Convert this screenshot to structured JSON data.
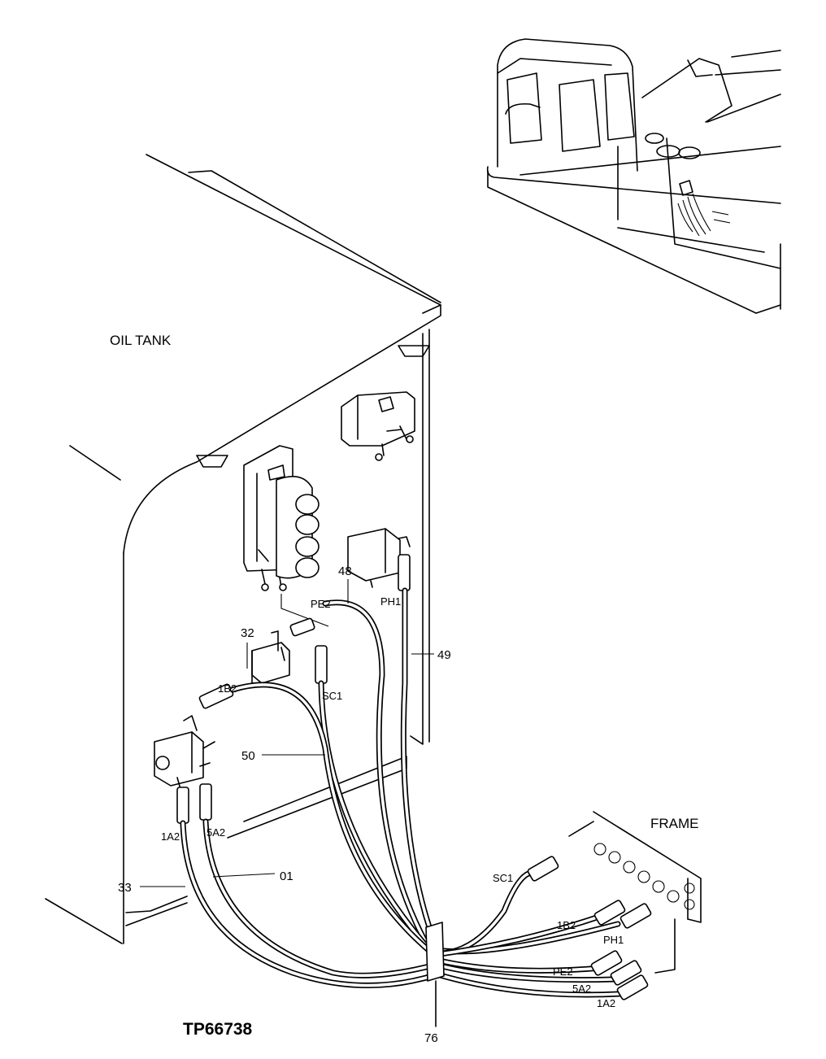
{
  "labels": {
    "oil_tank": "OIL TANK",
    "frame": "FRAME",
    "drawing_id": "TP66738"
  },
  "callouts": {
    "c48": "48",
    "c32": "32",
    "c49": "49",
    "c50": "50",
    "c33": "33",
    "c01": "01",
    "c76": "76"
  },
  "ports": {
    "pe2": "PE2",
    "ph1": "PH1",
    "b2_1": "1B2",
    "sc1": "SC1",
    "a2_1": "1A2",
    "a2_5": "5A2"
  },
  "frame_ports": {
    "sc1": "SC1",
    "b2_1": "1B2",
    "ph1": "PH1",
    "pe2": "PE2",
    "a2_5": "5A2",
    "a2_1": "1A2"
  }
}
